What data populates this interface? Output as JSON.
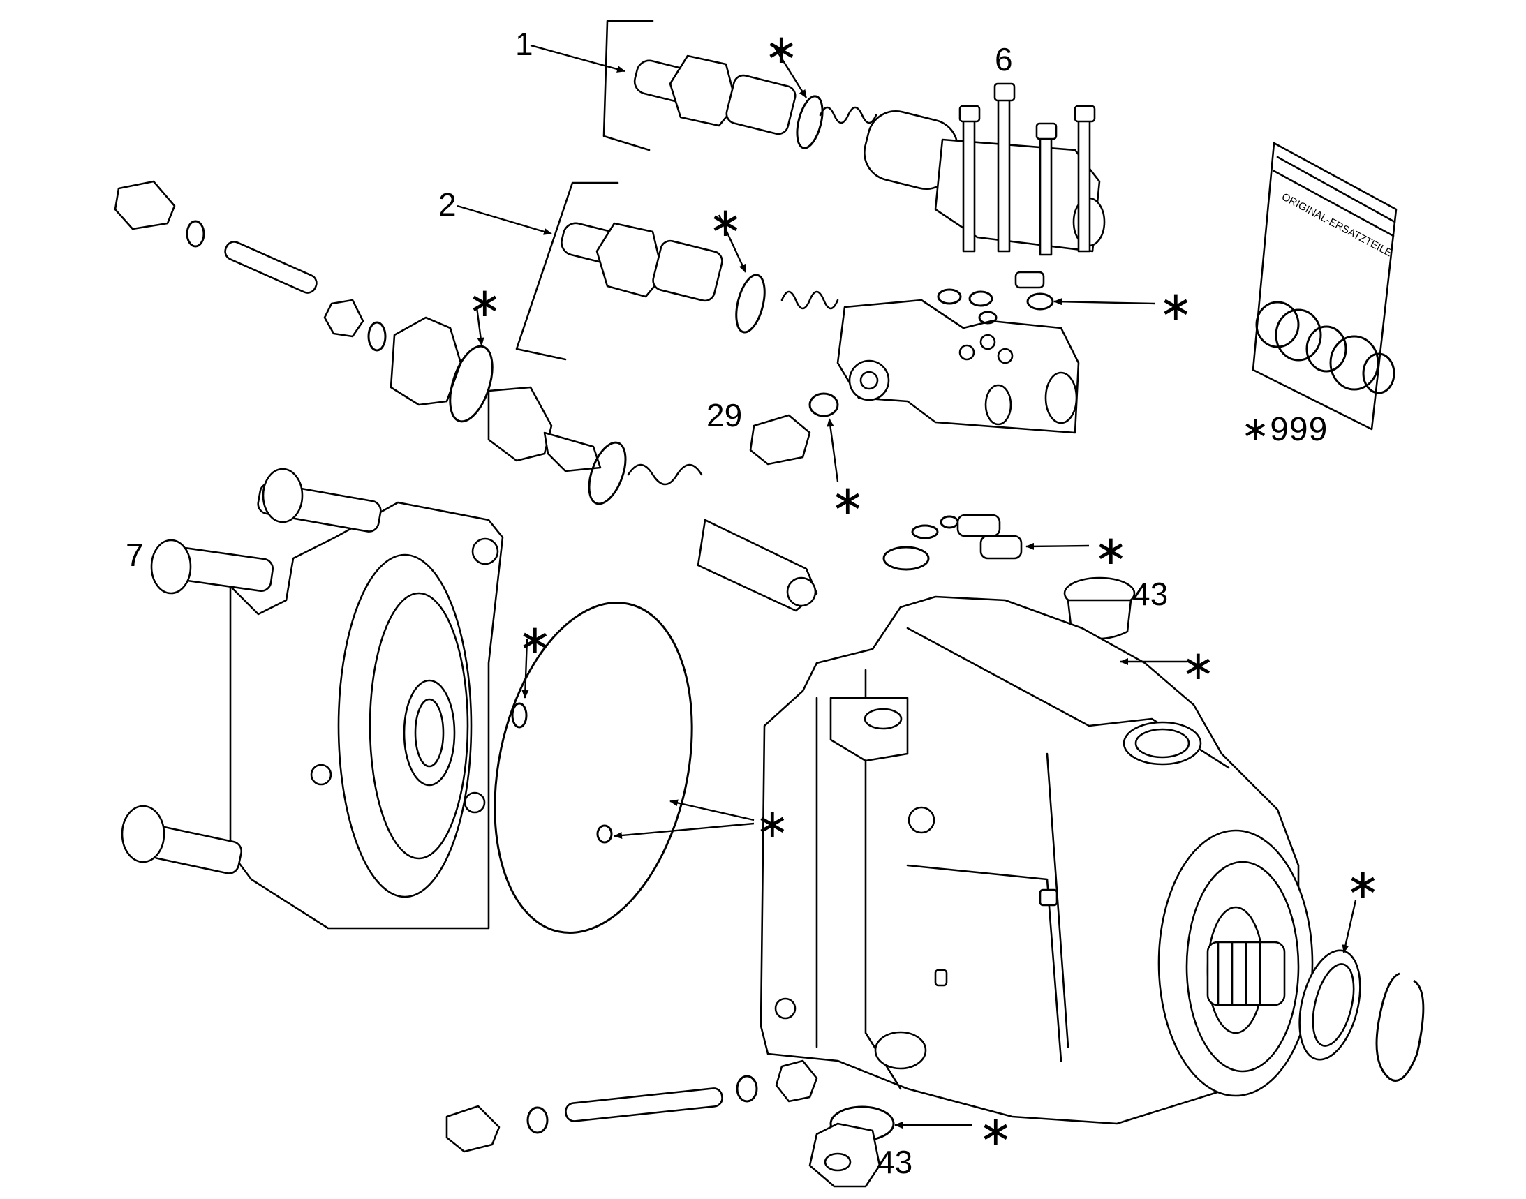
{
  "callouts": {
    "c1": "1",
    "c2": "2",
    "c6": "6",
    "c7": "7",
    "c29": "29",
    "c43a": "43",
    "c43b": "43",
    "kit": "∗999",
    "star": "∗"
  },
  "package_text": "ORIGINAL-ERSATZTEILE",
  "colors": {
    "line": "#000000",
    "background": "#ffffff"
  }
}
